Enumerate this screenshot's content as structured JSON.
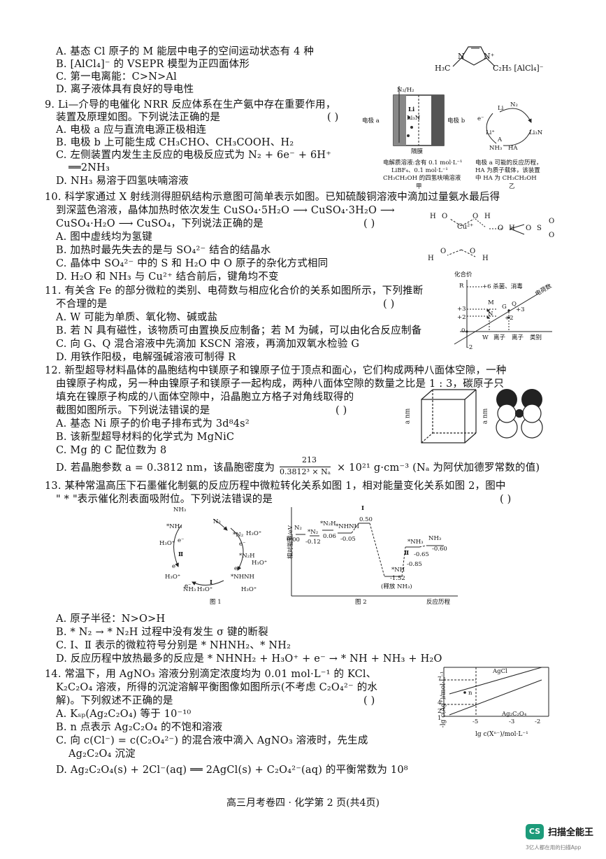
{
  "q8": {
    "a": "A. 基态 Cl 原子的 M 能层中电子的空间运动状态有 4 种",
    "b": "B. [AlCl₄]⁻ 的 VSEPR 模型为正四面体形",
    "c": "C. 第一电离能：C>N>Al",
    "d": "D. 离子液体具有良好的导电性",
    "fig_left": "H₃C",
    "fig_right": "C₂H₅ [AlCl₄]⁻",
    "fig_n1": "N",
    "fig_n2": "N⁺"
  },
  "q9": {
    "stem1": "9. Li—介导的电催化 NRR 反应体系在生产氨中存在重要作用，",
    "stem2": "装置及原理如图。下列说法正确的是",
    "paren": "(          )",
    "a": "A. 电极 a 应与直流电源正极相连",
    "b": "B. 电极 b 上可能生成 CH₃CHO、CH₃COOH、H₂",
    "c1": "C. 左侧装置内发生主反应的电极反应式为 N₂ + 6e⁻ + 6H⁺",
    "c2": "══2NH₃",
    "d": "D. NH₃ 易溶于四氢呋喃溶液",
    "fig_top": "N₂/H₂",
    "fig_elec_a": "电极 a",
    "fig_elec_b": "电极 b",
    "fig_membrane": "隔膜",
    "fig_li": "Li",
    "fig_li3n": "Li₃N",
    "fig_cap1": "电解质溶液:含有 0.1 mol·L⁻¹",
    "fig_cap2": "LiBF₄、0.1 mol·L⁻¹",
    "fig_cap3": "CH₃CH₂OH 的四氢呋喃溶液",
    "fig_jia": "甲",
    "cyc_li": "Li",
    "cyc_n2": "N₂",
    "cyc_e": "e⁻",
    "cyc_liplus": "Li⁺",
    "cyc_li3n": "Li₃N",
    "cyc_a": "A",
    "cyc_nh3": "NH₃",
    "cyc_ha": "HA",
    "cyc_cap1": "电极 a 可能的反应历程，",
    "cyc_cap2": "HA 为质子载体，该装置",
    "cyc_cap3": "中 HA 为 CH₃CH₂OH",
    "cyc_yi": "乙"
  },
  "q10": {
    "stem1": "10. 科学家通过 X 射线测得胆矾结构示意图可简单表示如图。已知硫酸铜溶液中滴加过量氨水最后得",
    "stem2": "到深蓝色溶液，晶体加热时依次发生 CuSO₄·5H₂O ⟶ CuSO₄·3H₂O ⟶",
    "stem3": "CuSO₄·H₂O ⟶ CuSO₄，下列说法正确的是",
    "paren": "(          )",
    "a": "A. 图中虚线均为氢键",
    "b": "B. 加热时最先失去的是与 SO₄²⁻ 结合的结晶水",
    "c": "C. 晶体中 SO₄²⁻ 中的 S 和 H₂O 中 O 原子的杂化方式相同",
    "d": "D. H₂O 和 NH₃ 与 Cu²⁺ 结合前后，键角均不变",
    "fig_cu": "Cu²⁺",
    "fig_h": "H",
    "fig_o": "O",
    "fig_s": "S"
  },
  "q11": {
    "stem1": "11. 有关含 Fe 的部分微粒的类别、电荷数与相应化合价的关系如图所示，下列推断",
    "stem2": "不合理的是",
    "paren": "(          )",
    "a": "A. W 可能为单质、氧化物、碱或盐",
    "b": "B. 若 N 具有磁性，该物质可由置换反应制备；若 M 为碱，可以由化合反应制备",
    "c": "C. 向 G、Q 混合溶液中先滴加 KSCN 溶液，再滴加双氧水检验 G",
    "d": "D. 用铁作阳极，电解强碱溶液可制得 R",
    "fig_yaxis": "化合价",
    "fig_r": "R",
    "fig_plus6": "+6 杀菌、消毒",
    "fig_charge": "电荷数",
    "fig_m": "M",
    "fig_n": "N",
    "fig_g": "G",
    "fig_q": "Q",
    "fig_w": "W",
    "fig_p3": "+3",
    "fig_p2": "+2",
    "fig_p3b": "+3",
    "fig_p2b": "+2",
    "fig_zero": "0",
    "fig_neg2": "-2",
    "fig_ion1": "离子",
    "fig_ion2": "离子",
    "fig_cat": "类别"
  },
  "q12": {
    "stem1": "12. 新型超导材料晶体的晶胞结构中镁原子和镍原子位于顶点和面心，它们构成两种八面体空隙，一种",
    "stem2": "由镍原子构成，另一种由镍原子和镁原子一起构成，两种八面体空隙的数量之比是 1 : 3，碳原子只",
    "stem3": "填充在镍原子构成的八面体空隙中，沿晶胞立方格子对角线取得的",
    "stem4": "截图如图所示。下列说法错误的是",
    "paren": "(          )",
    "a": "A. 基态 Ni 原子的价电子排布式为 3d⁸4s²",
    "b": "B. 该新型超导材料的化学式为 MgNiC",
    "c": "C. Mg 的 C 配位数为 8",
    "d_pre": "D. 若晶胞参数 a = 0.3812 nm，该晶胞密度为",
    "d_num": "213",
    "d_den": "0.3812³ × Nₐ",
    "d_post": "× 10²¹ g·cm⁻³ (Nₐ 为阿伏加德罗常数的值)",
    "fig_a": "a nm",
    "fig_a2": "a nm"
  },
  "q13": {
    "stem1": "13. 某种常温高压下石墨催化制氨的反应历程中微粒转化关系如图 1，相对能量变化关系如图 2，图中",
    "stem2": "\" * \"表示催化剂表面吸附位。下列说法错误的是",
    "paren": "(          )",
    "a": "A. 原子半径：N>O>H",
    "b": "B. * N₂ → * N₂H 过程中没有发生 σ 键的断裂",
    "c": "C. Ⅰ、Ⅱ 表示的微粒符号分别是 * NHNH₂、* NH₂",
    "d": "D. 反应历程中放热最多的反应是 * NHNH₂ + H₃O⁺ + e⁻ → * NH + NH₃ + H₂O",
    "fig1_label": "图 1",
    "fig2_label": "图 2",
    "f1_nh3": "NH₃",
    "f1_n2": "N₂",
    "f1_snh3": "*NH₃",
    "f1_sn2": "*N₂",
    "f1_h3o1": "H₃O⁺",
    "f1_h3o2": "H₃O⁺",
    "f1_h3o3": "H₃O⁺",
    "f1_h3o4": "H₃O⁺",
    "f1_h3o5": "H₃O⁺",
    "f1_h3o6": "H₃O⁺",
    "f1_e1": "e⁻",
    "f1_e2": "e⁻",
    "f1_e3": "e⁻",
    "f1_e4": "e⁻",
    "f1_e5": "e⁻",
    "f1_sn2h": "*N₂H",
    "f1_snhnh": "*NHNH",
    "f1_nh3b": "NH₃",
    "f1_ii": "Ⅱ",
    "f1_iii": "Ⅰ",
    "f2_yaxis": "相对能量/eV",
    "f2_xaxis": "反应历程",
    "f2_I": "Ⅰ",
    "f2_II": "Ⅱ",
    "f2_n2": "N₂",
    "f2_sn2": "*N₂",
    "f2_sn2h": "*N₂H",
    "f2_snhnh": "*NHNH",
    "f2_snh3": "*NH₃",
    "f2_nh3": "NH₃",
    "f2_snh": "*NH",
    "f2_release": "(释放 NH₃)",
    "f2_v1": "0.00",
    "f2_v2": "-0.12",
    "f2_v3": "0.06",
    "f2_v4": "-0.05",
    "f2_v5": "0.50",
    "f2_v6": "-1.52",
    "f2_v7": "-0.85",
    "f2_v8": "-0.65",
    "f2_v9": "-0.60"
  },
  "q14": {
    "stem1": "14. 常温下，用 AgNO₃ 溶液分别滴定浓度均为 0.01 mol·L⁻¹ 的 KCl、",
    "stem2": "K₂C₂O₄ 溶液，所得的沉淀溶解平衡图像如图所示(不考虑 C₂O₄²⁻ 的水",
    "stem3": "解)。下列叙述不正确的是",
    "paren": "(          )",
    "a": "A. Kₛₚ(Ag₂C₂O₄) 等于 10⁻¹⁰",
    "b": "B. n 点表示 Ag₂C₂O₄ 的不饱和溶液",
    "c1": "C. 向 c(Cl⁻) = c(C₂O₄²⁻) 的混合液中滴入 AgNO₃ 溶液时，先生成",
    "c2": "Ag₂C₂O₄ 沉淀",
    "d": "D. Ag₂C₂O₄(s) + 2Cl⁻(aq) ══ 2AgCl(s) + C₂O₄²⁻(aq) 的平衡常数为 10⁸",
    "fig_ylabel": "-lg c(Ag⁺)/mol·L⁻¹",
    "fig_xlabel": "lg c(Xⁿ⁻)/mol·L⁻¹",
    "fig_agcl": "AgCl",
    "fig_ag2c2o4": "Ag₂C₂O₄",
    "fig_n": "n",
    "fig_y7": "7",
    "fig_y4": "4",
    "fig_y2": "2",
    "fig_y1": "1",
    "fig_xm5": "-5",
    "fig_xm3": "-3",
    "fig_xm2": "-2"
  },
  "footer": "高三月考卷四 · 化学第 2 页(共4页)",
  "watermark": {
    "icon": "CS",
    "name": "扫描全能王",
    "sub": "3亿人都在用的扫描App"
  }
}
